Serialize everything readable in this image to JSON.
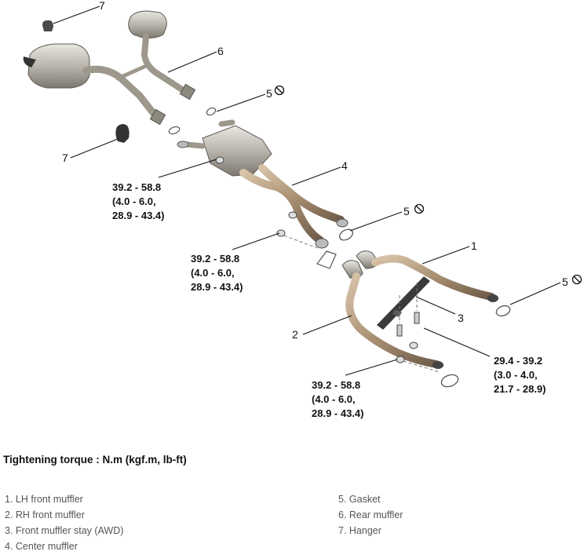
{
  "callouts": {
    "c1": "1",
    "c2": "2",
    "c3": "3",
    "c4": "4",
    "c5a": "5",
    "c5b": "5",
    "c5c": "5",
    "c6": "6",
    "c7a": "7",
    "c7b": "7"
  },
  "torque_labels": [
    {
      "nm": "39.2 - 58.8",
      "kgfm": "(4.0 - 6.0,",
      "lbft": "28.9 - 43.4)"
    },
    {
      "nm": "39.2 - 58.8",
      "kgfm": "(4.0 - 6.0,",
      "lbft": "28.9 - 43.4)"
    },
    {
      "nm": "39.2 - 58.8",
      "kgfm": "(4.0 - 6.0,",
      "lbft": "28.9 - 43.4)"
    },
    {
      "nm": "29.4 - 39.2",
      "kgfm": "(3.0 - 4.0,",
      "lbft": "21.7 - 28.9)"
    }
  ],
  "torque_title": "Tightening torque : N.m (kgf.m, lb-ft)",
  "legend": {
    "left": [
      "1. LH front muffler",
      "2. RH front muffler",
      "3. Front muffler stay (AWD)",
      "4. Center muffler"
    ],
    "right": [
      "5. Gasket",
      "6. Rear muffler",
      "7. Hanger"
    ]
  }
}
